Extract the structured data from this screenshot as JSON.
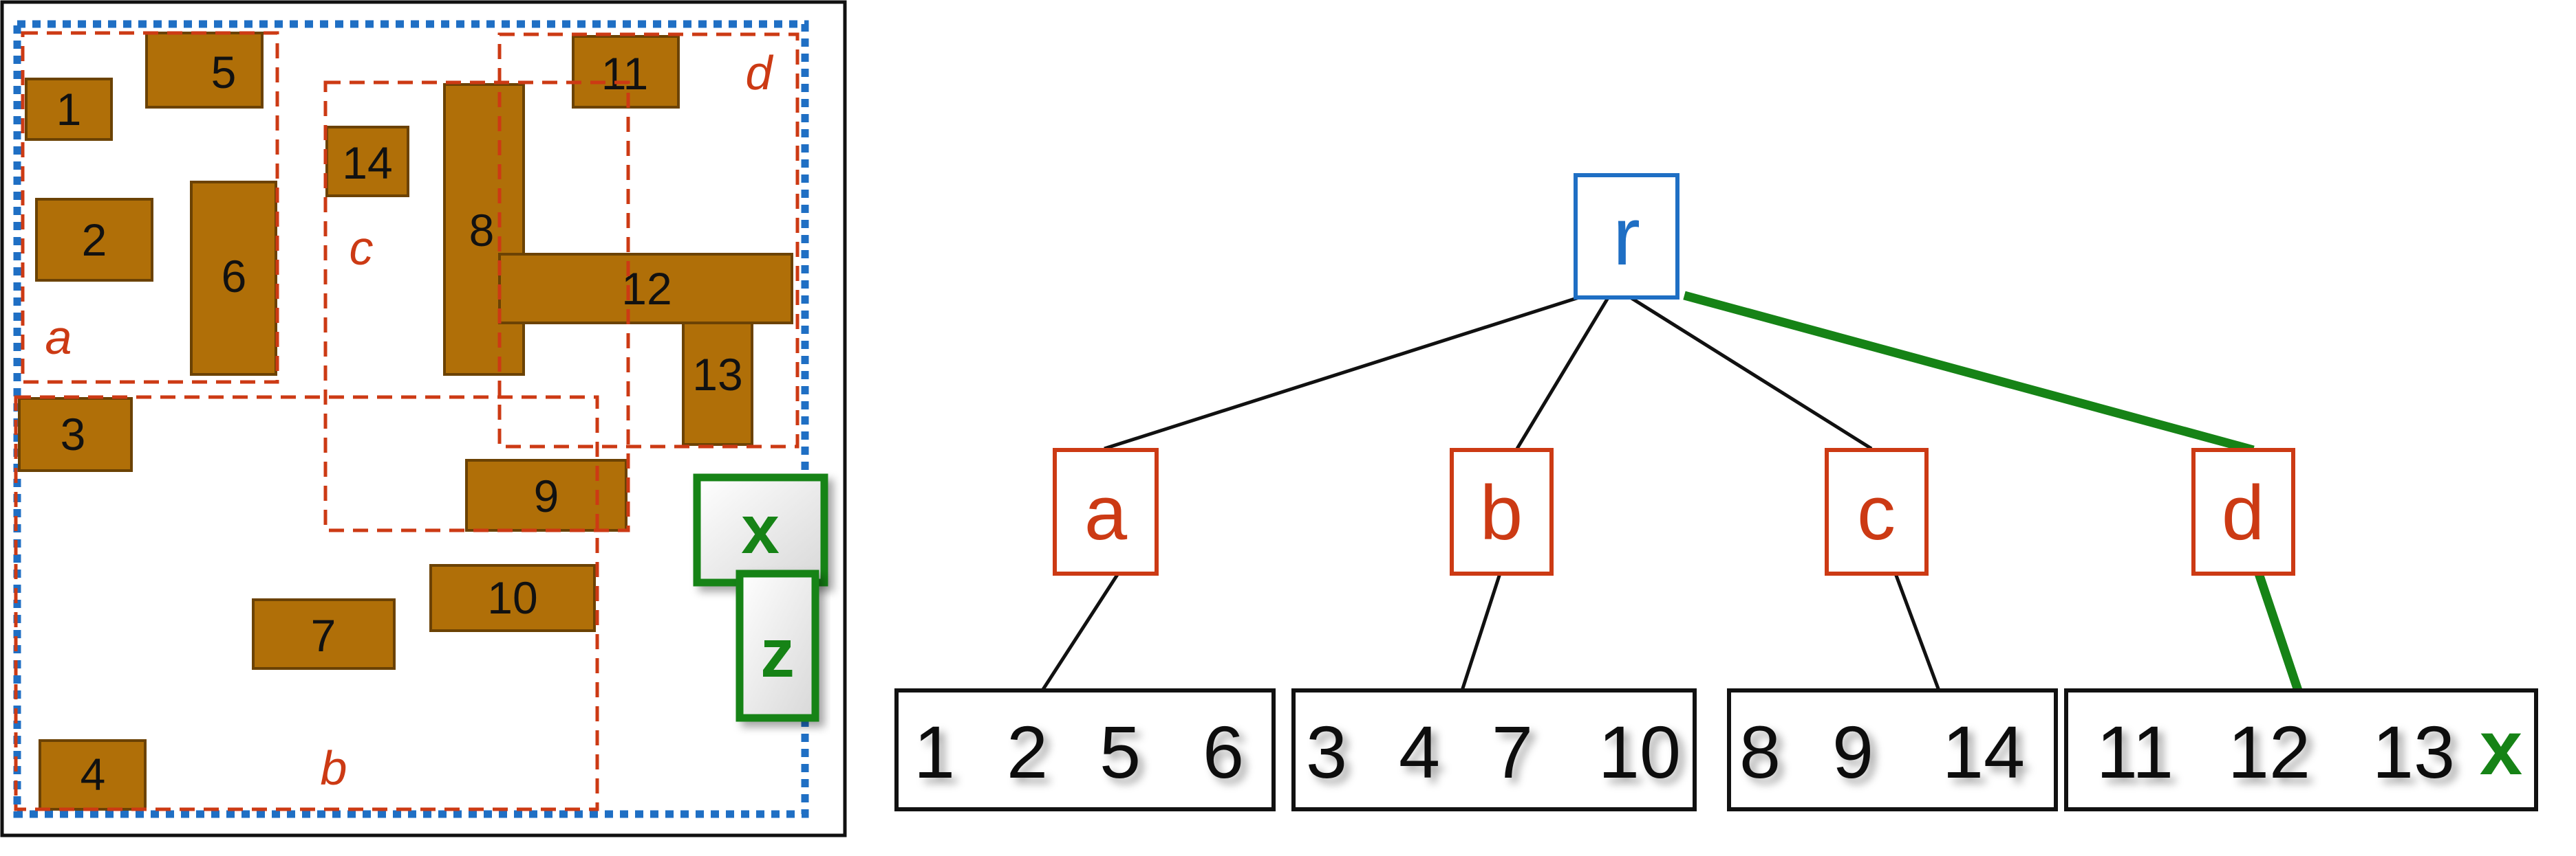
{
  "colors": {
    "rect_fill": "#b06f08",
    "rect_stroke": "#6b4204",
    "region_red": "#cc3a14",
    "root_blue": "#1f6fc4",
    "outer_blue": "#1f6fc4",
    "green": "#168316",
    "text_dark": "#111111",
    "leaf_shadow": "#999999"
  },
  "left_panel": {
    "objects": [
      {
        "id": "1",
        "label": "1"
      },
      {
        "id": "2",
        "label": "2"
      },
      {
        "id": "3",
        "label": "3"
      },
      {
        "id": "4",
        "label": "4"
      },
      {
        "id": "5",
        "label": "5"
      },
      {
        "id": "6",
        "label": "6"
      },
      {
        "id": "7",
        "label": "7"
      },
      {
        "id": "8",
        "label": "8"
      },
      {
        "id": "9",
        "label": "9"
      },
      {
        "id": "10",
        "label": "10"
      },
      {
        "id": "11",
        "label": "11"
      },
      {
        "id": "12",
        "label": "12"
      },
      {
        "id": "13",
        "label": "13"
      },
      {
        "id": "14",
        "label": "14"
      }
    ],
    "regions": [
      {
        "id": "a",
        "label": "a"
      },
      {
        "id": "b",
        "label": "b"
      },
      {
        "id": "c",
        "label": "c"
      },
      {
        "id": "d",
        "label": "d"
      }
    ],
    "new_objects": [
      {
        "id": "x",
        "label": "x"
      },
      {
        "id": "z",
        "label": "z"
      }
    ]
  },
  "tree": {
    "root": {
      "label": "r"
    },
    "internal": [
      {
        "id": "a",
        "label": "a"
      },
      {
        "id": "b",
        "label": "b"
      },
      {
        "id": "c",
        "label": "c"
      },
      {
        "id": "d",
        "label": "d"
      }
    ],
    "leaves": [
      {
        "id": "leaf-a",
        "entries": [
          "1",
          "2",
          "5",
          "6"
        ]
      },
      {
        "id": "leaf-b",
        "entries": [
          "3",
          "4",
          "7",
          "10"
        ]
      },
      {
        "id": "leaf-c",
        "entries": [
          "8",
          "9",
          "14"
        ]
      },
      {
        "id": "leaf-d",
        "entries": [
          "11",
          "12",
          "13"
        ],
        "inserted": "x"
      }
    ]
  }
}
